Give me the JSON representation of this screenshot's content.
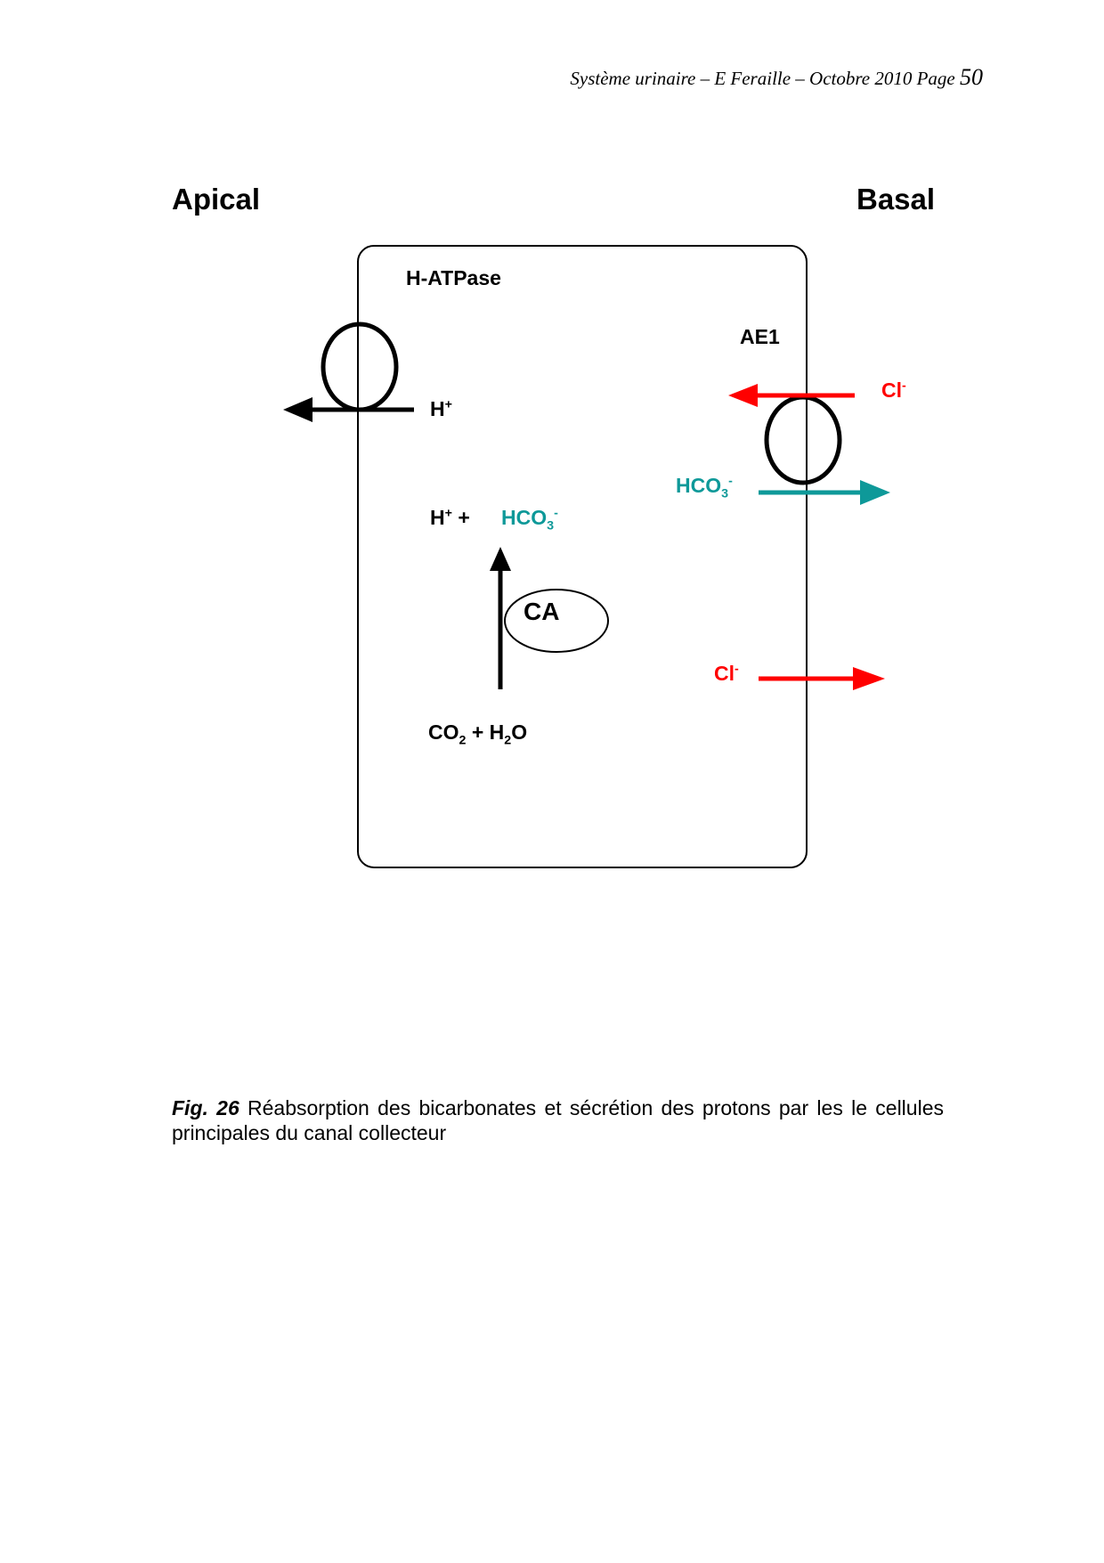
{
  "header": {
    "text": "Système urinaire – E Feraille – Octobre 2010  Page ",
    "page_number": "50"
  },
  "diagram": {
    "apical_label": "Apical",
    "basal_label": "Basal",
    "h_atpase": "H-ATPase",
    "ae1": "AE1",
    "h_plus": {
      "base": "H",
      "sup": "+"
    },
    "cl_top": {
      "base": "Cl",
      "sup": "-"
    },
    "hco3_right": {
      "base": "HCO",
      "sub": "3",
      "sup": "-"
    },
    "h_plus_plus": {
      "base": "H",
      "sup": "+",
      "tail": " +"
    },
    "hco3_center": {
      "base": "HCO",
      "sub": "3",
      "sup": "-"
    },
    "ca": "CA",
    "cl_bottom": {
      "base": "Cl",
      "sup": "-"
    },
    "reaction": {
      "co": "CO",
      "sub1": "2",
      "mid": " + H",
      "sub2": "2",
      "end": "O"
    },
    "colors": {
      "red": "#ff0000",
      "teal": "#0e9999",
      "black": "#000000"
    }
  },
  "caption": {
    "fig_label": "Fig. 26",
    "text": " Réabsorption des bicarbonates et sécrétion des protons par les  le cellules principales du canal collecteur"
  }
}
